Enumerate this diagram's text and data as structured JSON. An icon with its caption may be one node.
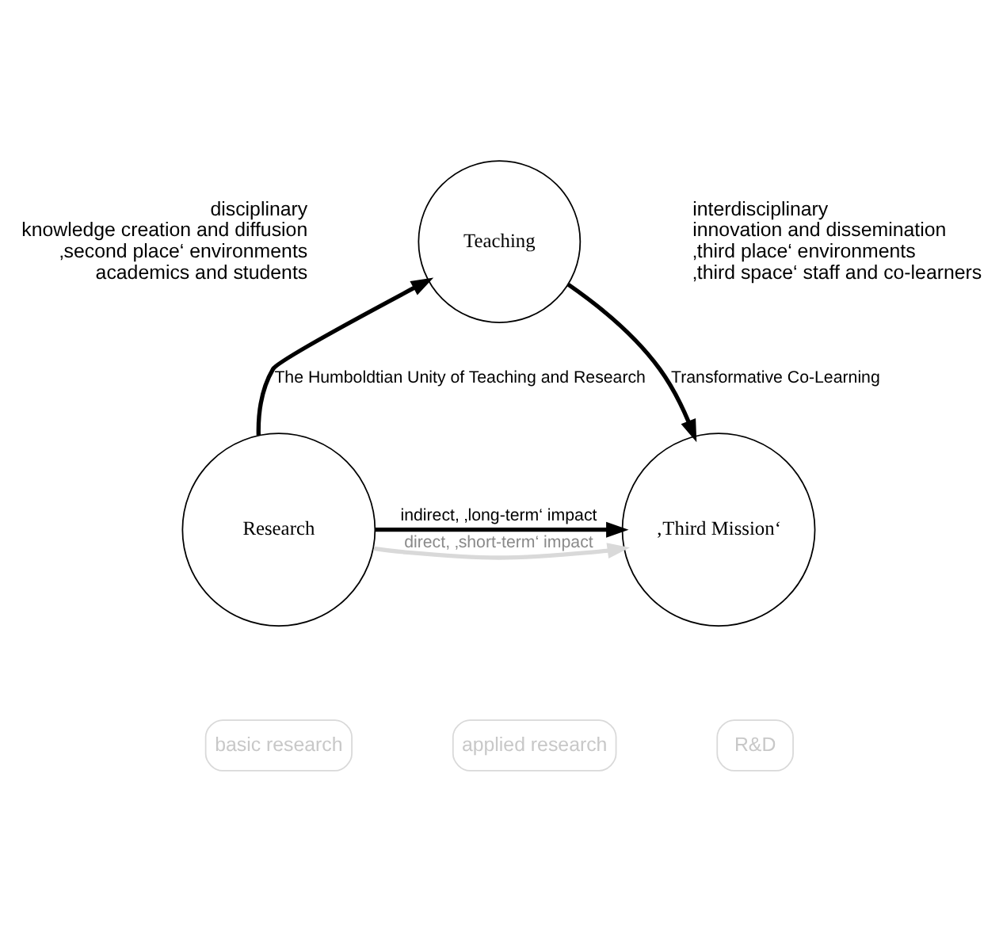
{
  "diagram": {
    "nodes": [
      {
        "text": [
          "Teaching"
        ]
      },
      {
        "text": [
          "disciplinary",
          "knowledge creation and diffusion",
          "‚second place‘ environments",
          "academics and students"
        ]
      },
      {
        "text": [
          "interdisciplinary",
          "innovation and dissemination",
          "‚third place‘ environments",
          "‚third space‘ staff and co-learners"
        ]
      },
      {
        "text": [
          "Research"
        ]
      },
      {
        "text": [
          "‚Third Mission‘"
        ]
      },
      {
        "text": [
          "basic research"
        ]
      },
      {
        "text": [
          "applied research"
        ]
      },
      {
        "text": [
          "R&D"
        ]
      }
    ],
    "edges": [
      {
        "from": 3,
        "to": 0,
        "arrow": "to",
        "label": "The Humboldtian Unity of Teaching and Research"
      },
      {
        "from": 0,
        "to": 4,
        "arrow": "to",
        "label": "Transformative Co-Learning"
      },
      {
        "from": 3,
        "to": 4,
        "arrow": "to",
        "label": "indirect, ‚long-term‘ impact"
      },
      {
        "from": 3,
        "to": 4,
        "arrow": "to",
        "label": "direct, ‚short-term‘ impact",
        "color": "#d9d9d9"
      }
    ]
  }
}
